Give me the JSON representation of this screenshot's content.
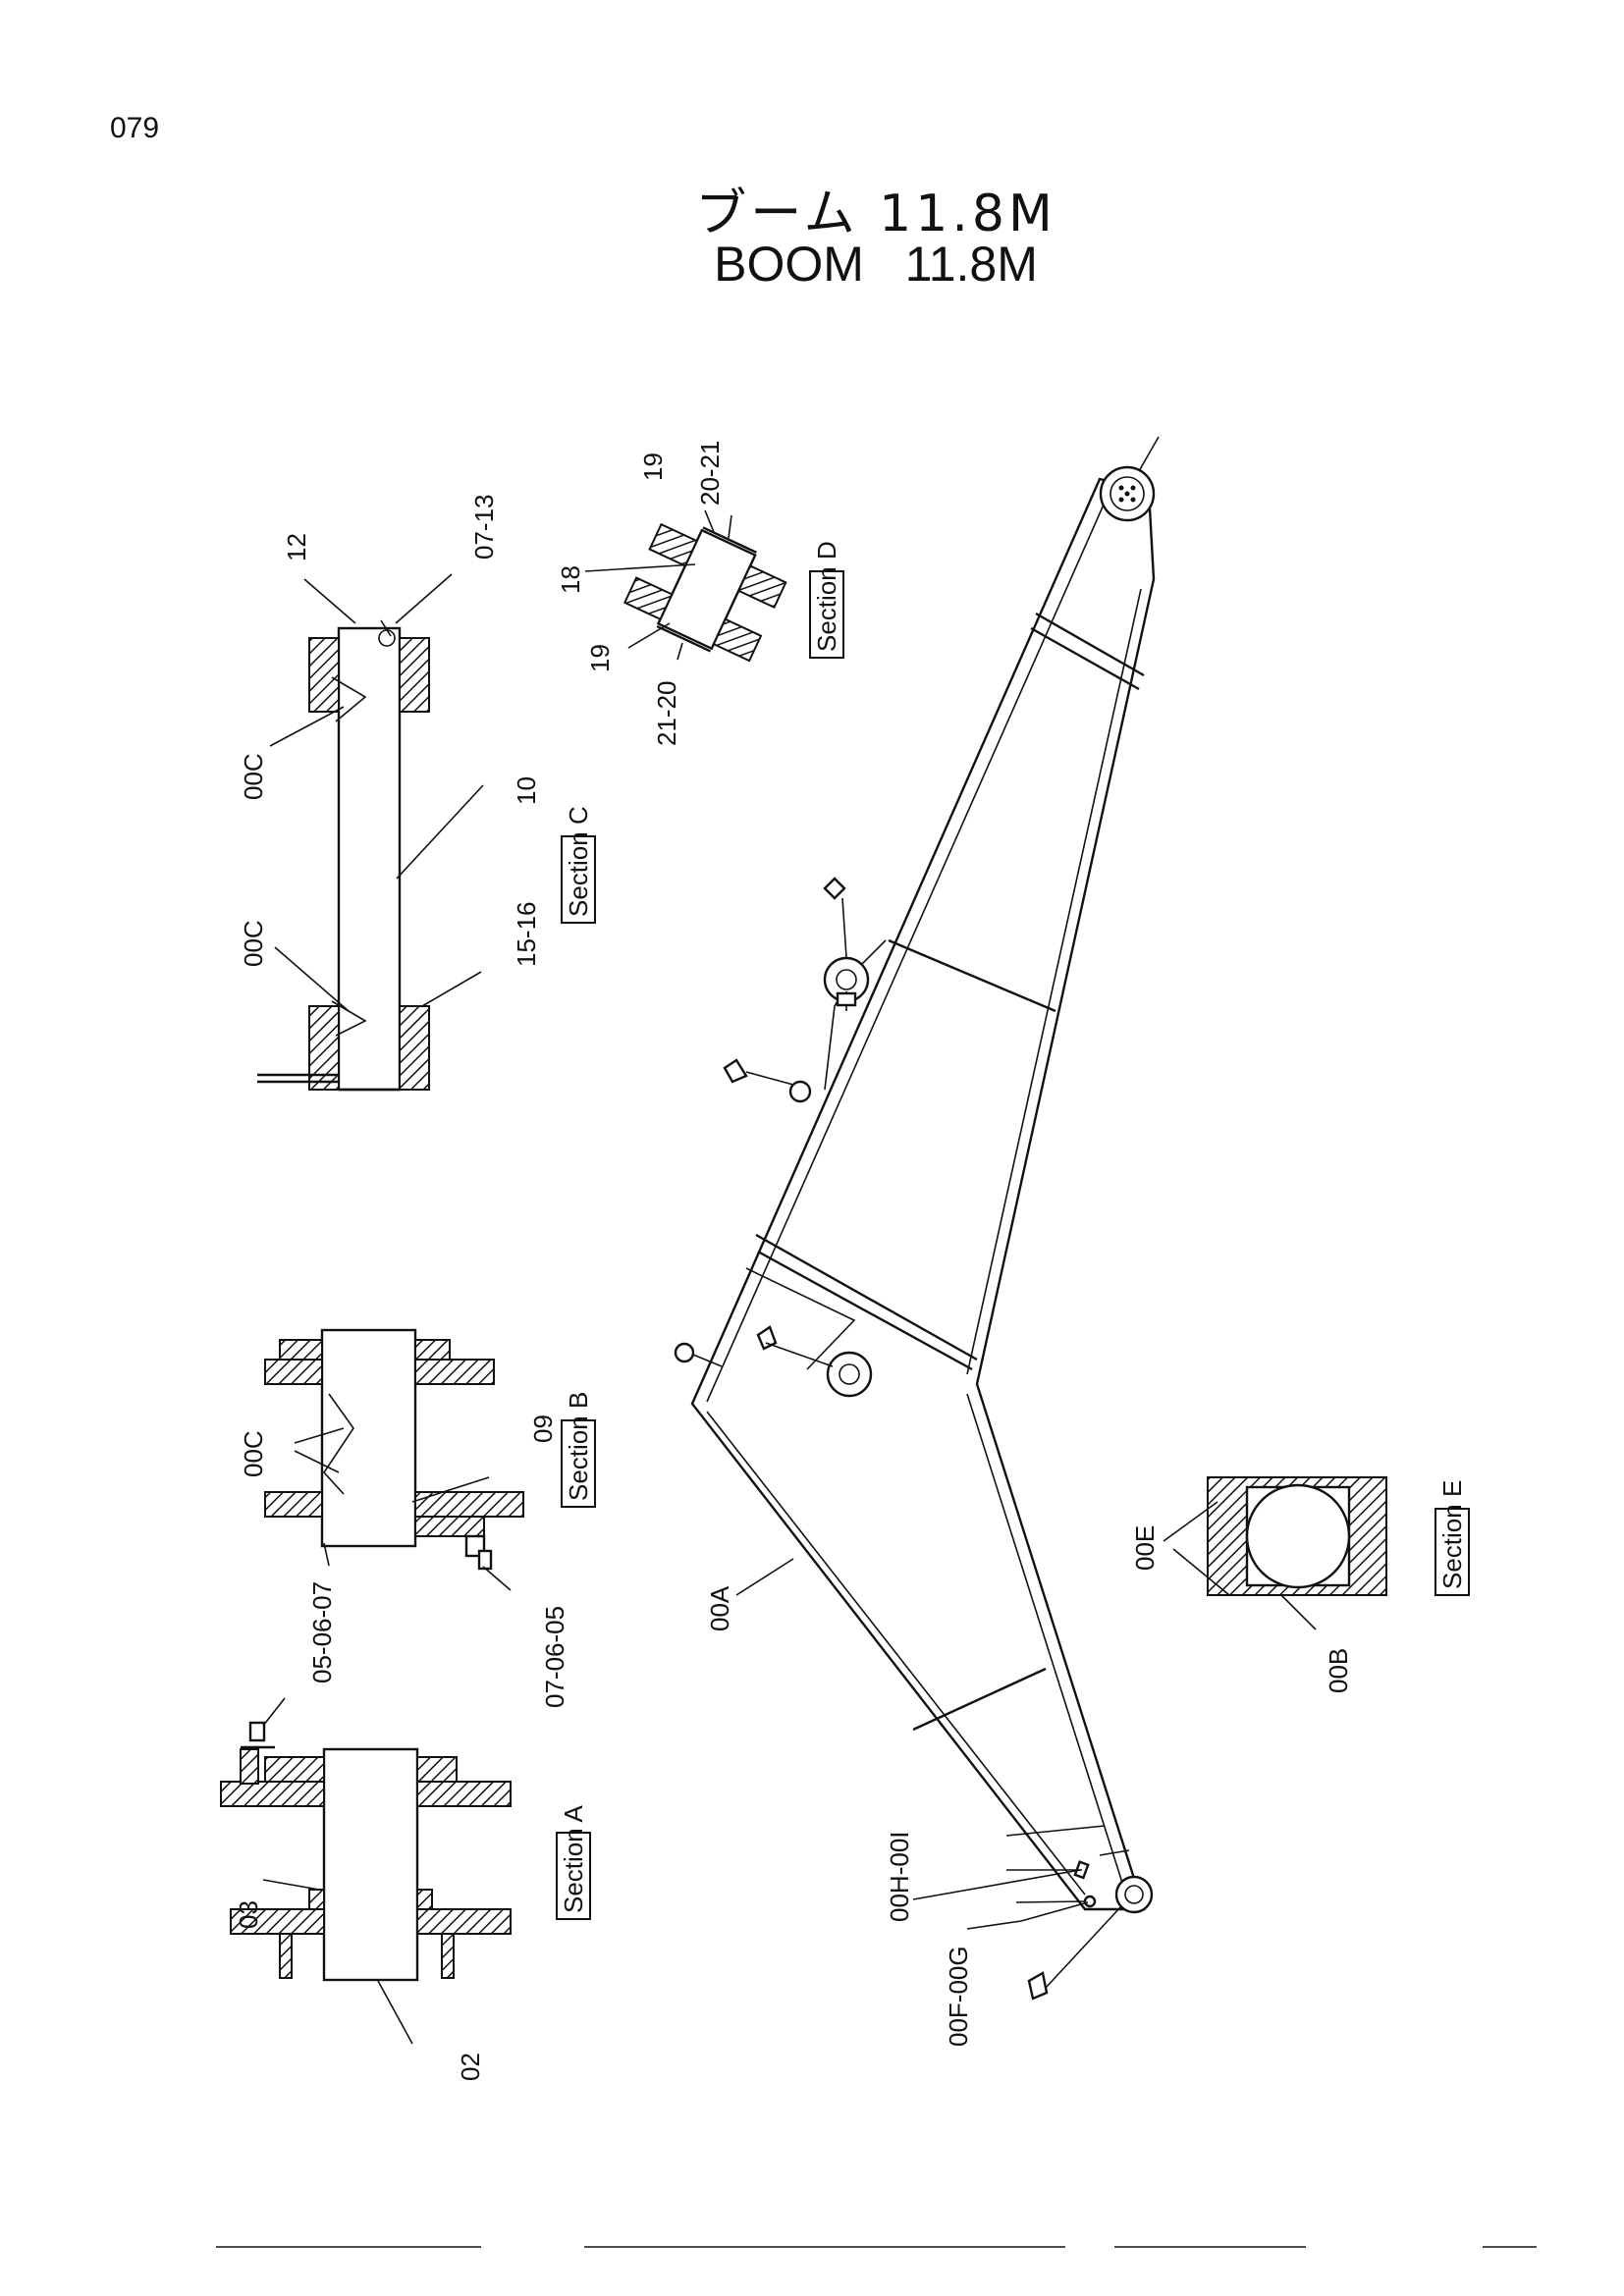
{
  "page_number": "079",
  "title_jp": "ブーム 11.8M",
  "title_en": "BOOM   11.8M",
  "sections": {
    "a": "Section A",
    "b": "Section B",
    "c": "Section C",
    "d": "Section D",
    "e": "Section E"
  },
  "labels": {
    "s03": "03",
    "s02": "02",
    "s05_06_07": "05-06-07",
    "s07_06_05": "07-06-05",
    "s00c_b": "00C",
    "s09": "09",
    "s00c_c1": "00C",
    "s00c_c2": "00C",
    "s10": "10",
    "s15_16": "15-16",
    "s12": "12",
    "s07_13": "07-13",
    "s18": "18",
    "s19_a": "19",
    "s20_21": "20-21",
    "s19_b": "19",
    "s21_20": "21-20",
    "s00a": "00A",
    "s00e": "00E",
    "s00b": "00B",
    "s00h_00i": "00H-00I",
    "s00f_00g": "00F-00G"
  }
}
